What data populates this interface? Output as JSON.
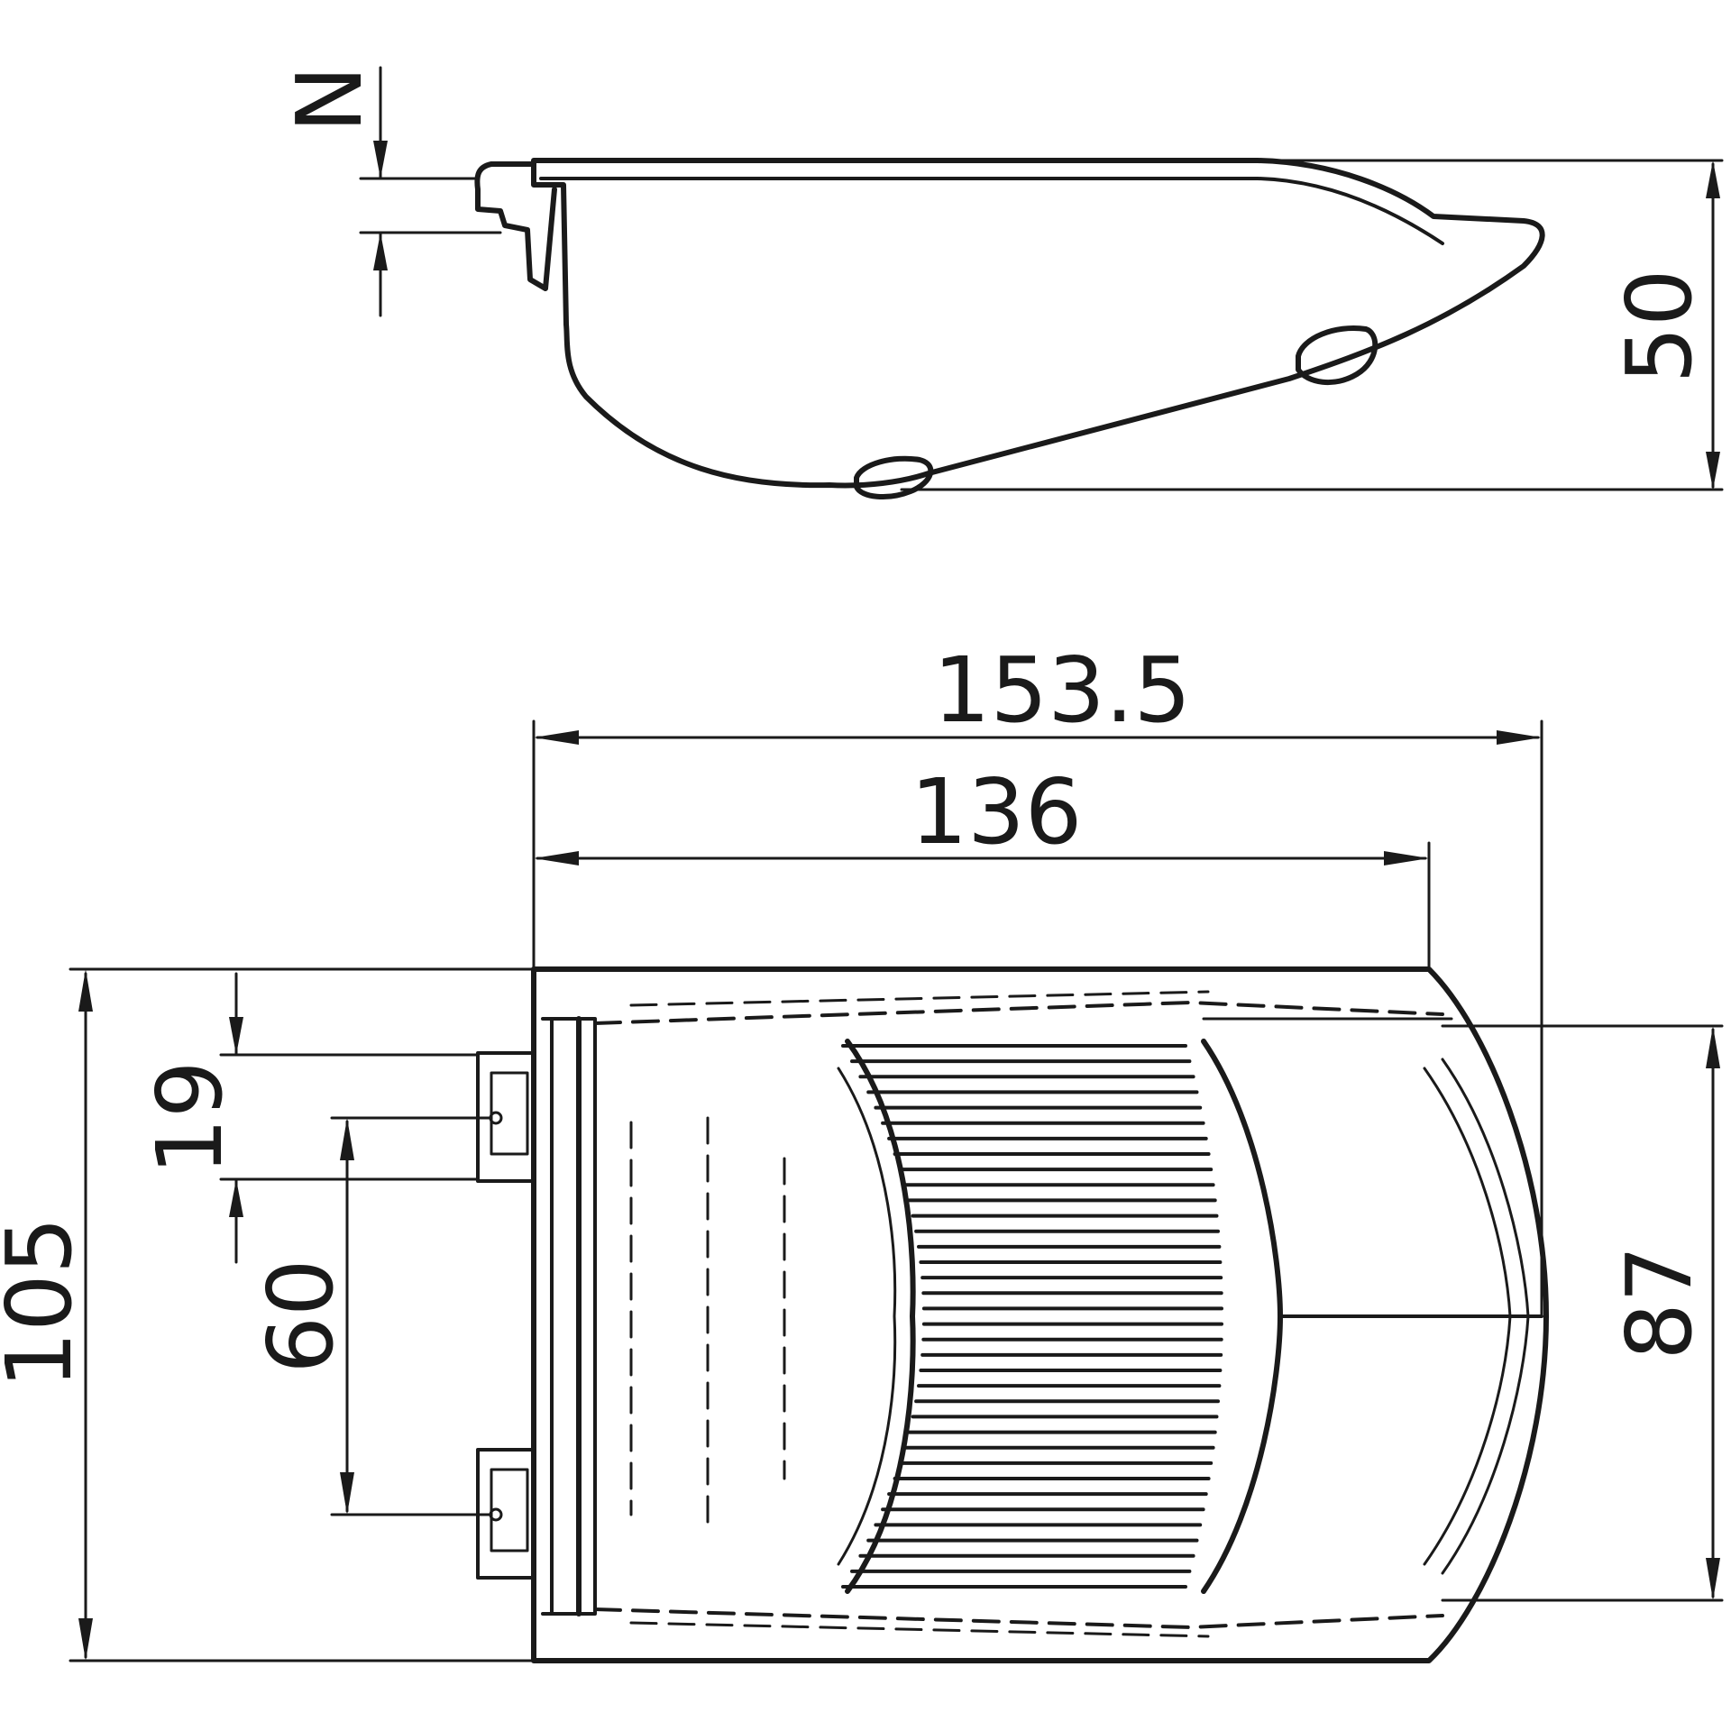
{
  "drawing": {
    "colors": {
      "line": "#1a1a1a",
      "background": "#ffffff"
    },
    "side_view": {
      "dim_height": "50",
      "dim_clip": "N"
    },
    "top_view": {
      "dim_total_length": "153.5",
      "dim_body_length": "136",
      "dim_total_width": "105",
      "dim_front_width": "87",
      "dim_clip_spacing": "60",
      "dim_clip_width": "19"
    }
  }
}
